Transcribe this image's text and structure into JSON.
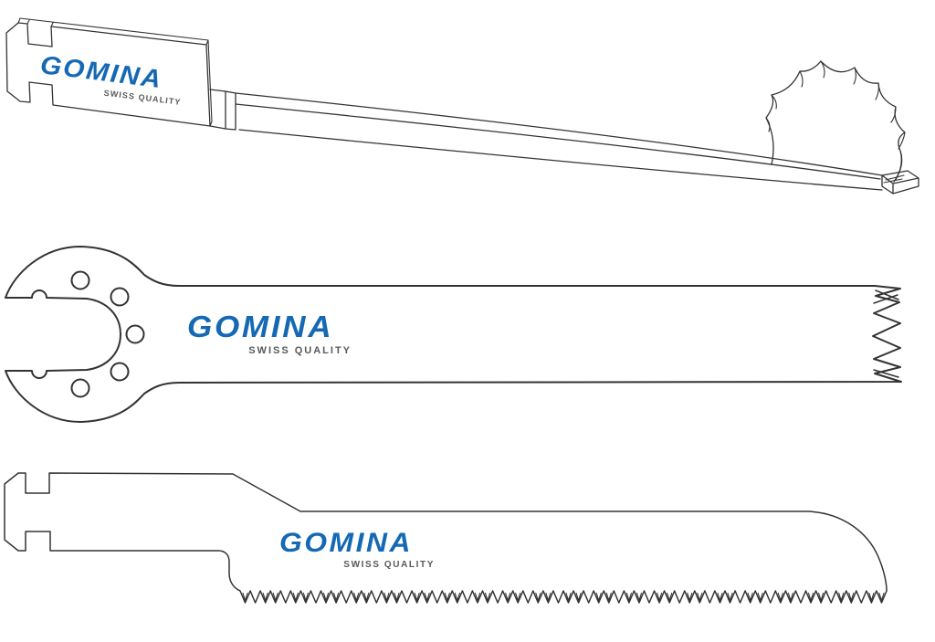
{
  "page": {
    "background_color": "#ffffff"
  },
  "brand": {
    "wordmark": "GOMINA",
    "tagline": "SWISS QUALITY",
    "wordmark_color": "#1569b4",
    "tagline_color": "#58595b"
  },
  "illustration": {
    "line_color": "#333333",
    "blades": [
      {
        "name": "crown-saw-blade",
        "view": "perspective"
      },
      {
        "name": "oscillating-saw-blade",
        "view": "flat"
      },
      {
        "name": "reciprocating-saw-blade",
        "view": "flat"
      }
    ]
  }
}
